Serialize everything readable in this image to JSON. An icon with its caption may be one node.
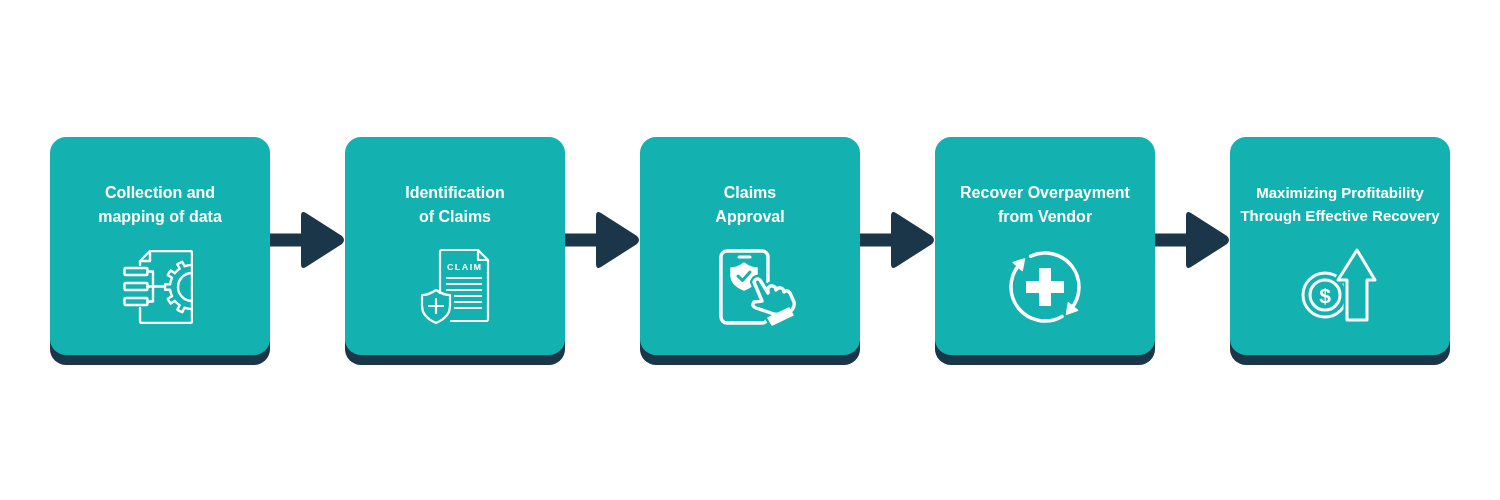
{
  "diagram": {
    "nodes": [
      {
        "text": [
          "Collection and mapping of data"
        ]
      },
      {
        "text": [
          "Identification of Claims",
          "CLAIM"
        ]
      },
      {
        "text": [
          "Claims Approval"
        ]
      },
      {
        "text": [
          "Recover Overpayment from Vendor"
        ]
      },
      {
        "text": [
          "Maximizing Profitability Through Effective Recovery",
          "$"
        ]
      }
    ],
    "edges": [
      {
        "from": 0,
        "to": 1,
        "arrow": "to"
      },
      {
        "from": 1,
        "to": 2,
        "arrow": "to"
      },
      {
        "from": 2,
        "to": 3,
        "arrow": "to"
      },
      {
        "from": 3,
        "to": 4,
        "arrow": "to"
      }
    ]
  }
}
